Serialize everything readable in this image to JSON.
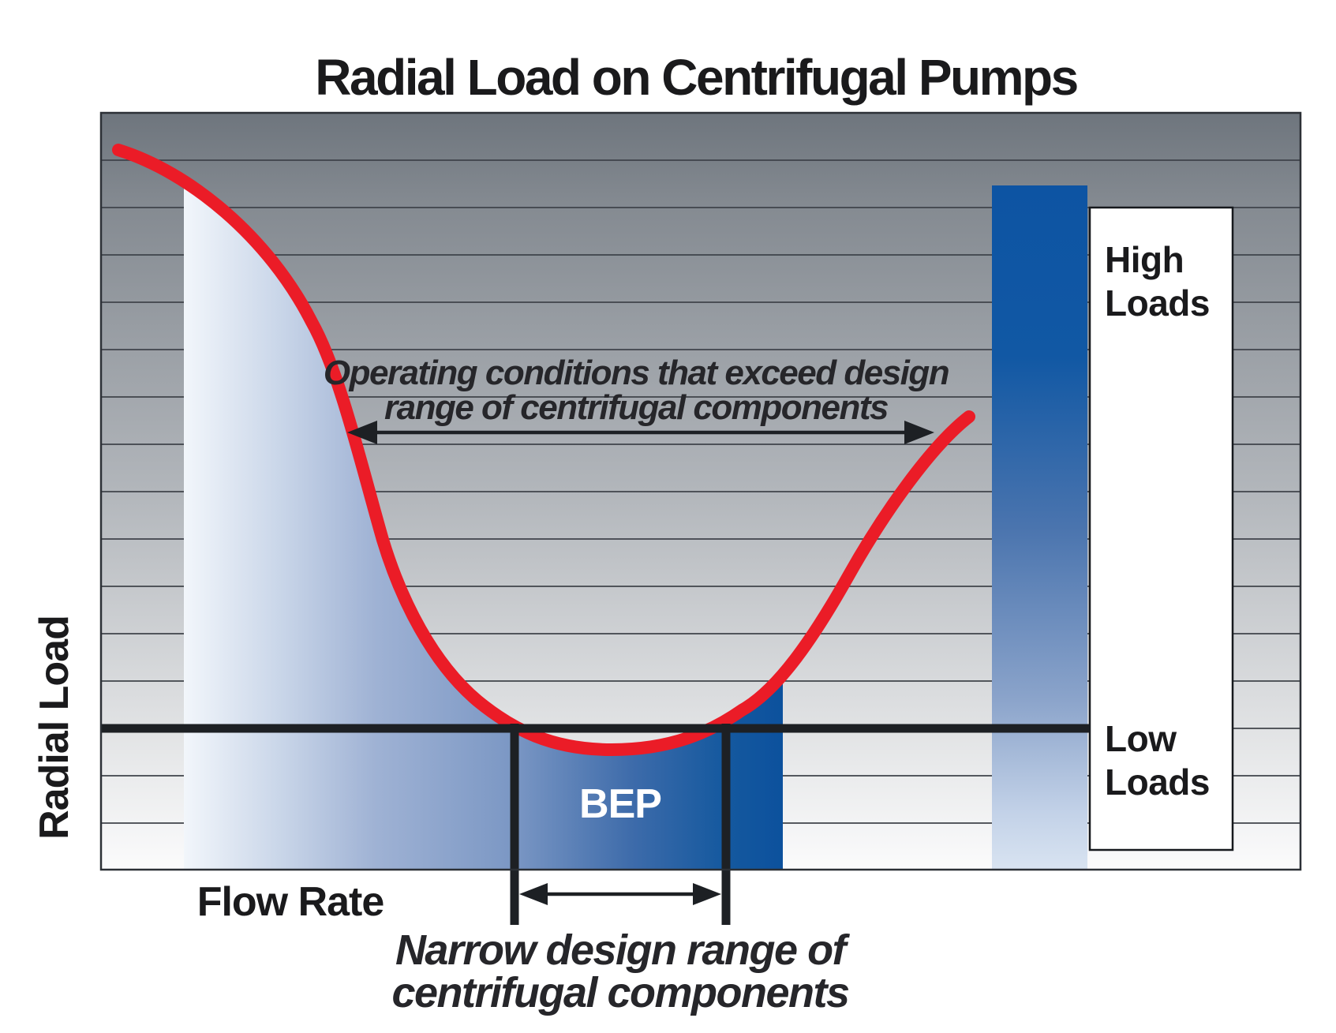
{
  "title": "Radial Load on Centrifugal Pumps",
  "axes": {
    "y_label": "Radial Load",
    "x_label": "Flow Rate"
  },
  "annotations": {
    "operating_range": {
      "line1": "Operating conditions that exceed design",
      "line2": "range of centrifugal components"
    },
    "narrow_range": {
      "line1": "Narrow design range of",
      "line2": "centrifugal components"
    },
    "bep_label": "BEP",
    "high_loads": {
      "line1": "High",
      "line2": "Loads"
    },
    "low_loads": {
      "line1": "Low",
      "line2": "Loads"
    }
  },
  "colors": {
    "curve_red": "#EB1C27",
    "deep_blue": "#0D54A3",
    "line_black": "#1D2024",
    "plot_top_gray": "#6E757D",
    "plot_bottom": "#FBFBFC"
  },
  "chart_data": {
    "type": "line",
    "title": "Radial Load on Centrifugal Pumps",
    "xlabel": "Flow Rate",
    "ylabel": "Radial Load",
    "x_range_percent": [
      0,
      100
    ],
    "y_range_percent": [
      0,
      100
    ],
    "grid": "horizontal-only",
    "legend_position": "none",
    "series": [
      {
        "name": "Radial load vs flow rate",
        "style": "thick red curve",
        "points_percent": [
          {
            "x": 1.4,
            "y": 95.1
          },
          {
            "x": 6.9,
            "y": 90.7
          },
          {
            "x": 11.3,
            "y": 85.7
          },
          {
            "x": 17.6,
            "y": 72.4
          },
          {
            "x": 20.7,
            "y": 56.5
          },
          {
            "x": 23.5,
            "y": 43.6
          },
          {
            "x": 27.8,
            "y": 31.1
          },
          {
            "x": 31.4,
            "y": 22.3
          },
          {
            "x": 34.7,
            "y": 18.7
          },
          {
            "x": 42.6,
            "y": 15.9
          },
          {
            "x": 51.1,
            "y": 18.7
          },
          {
            "x": 56.8,
            "y": 21.1
          },
          {
            "x": 62.3,
            "y": 38.8
          },
          {
            "x": 67.9,
            "y": 55.0
          },
          {
            "x": 72.4,
            "y": 59.9
          }
        ]
      }
    ],
    "reference_lines": [
      {
        "name": "Low load threshold",
        "axis": "y",
        "value_percent": 18.7,
        "style": "thick black horizontal line"
      }
    ],
    "regions": [
      {
        "name": "BEP (narrow design range of centrifugal components)",
        "x_from_percent": 34.5,
        "x_to_percent": 52.2,
        "marker": "vertical black lines with double-headed arrow"
      },
      {
        "name": "Operating conditions that exceed design range of centrifugal components",
        "x_from_percent": 20.5,
        "x_to_percent": 69.5,
        "marker": "double-headed arrow"
      },
      {
        "name": "Area under curve (blue gradient fill)",
        "x_from_percent": 6.9,
        "x_to_percent": 56.8
      },
      {
        "name": "High load reference bar (blue gradient, dark at top)",
        "x_from_percent": 74.3,
        "x_to_percent": 82.2,
        "y_from_percent": 0,
        "y_to_percent": 90.4
      }
    ],
    "callouts": [
      {
        "text": "High Loads",
        "location": "top of white legend box, right side"
      },
      {
        "text": "Low Loads",
        "location": "at threshold line in white legend box, right side"
      },
      {
        "text": "BEP",
        "location": "inside dark blue area between range markers"
      }
    ]
  }
}
